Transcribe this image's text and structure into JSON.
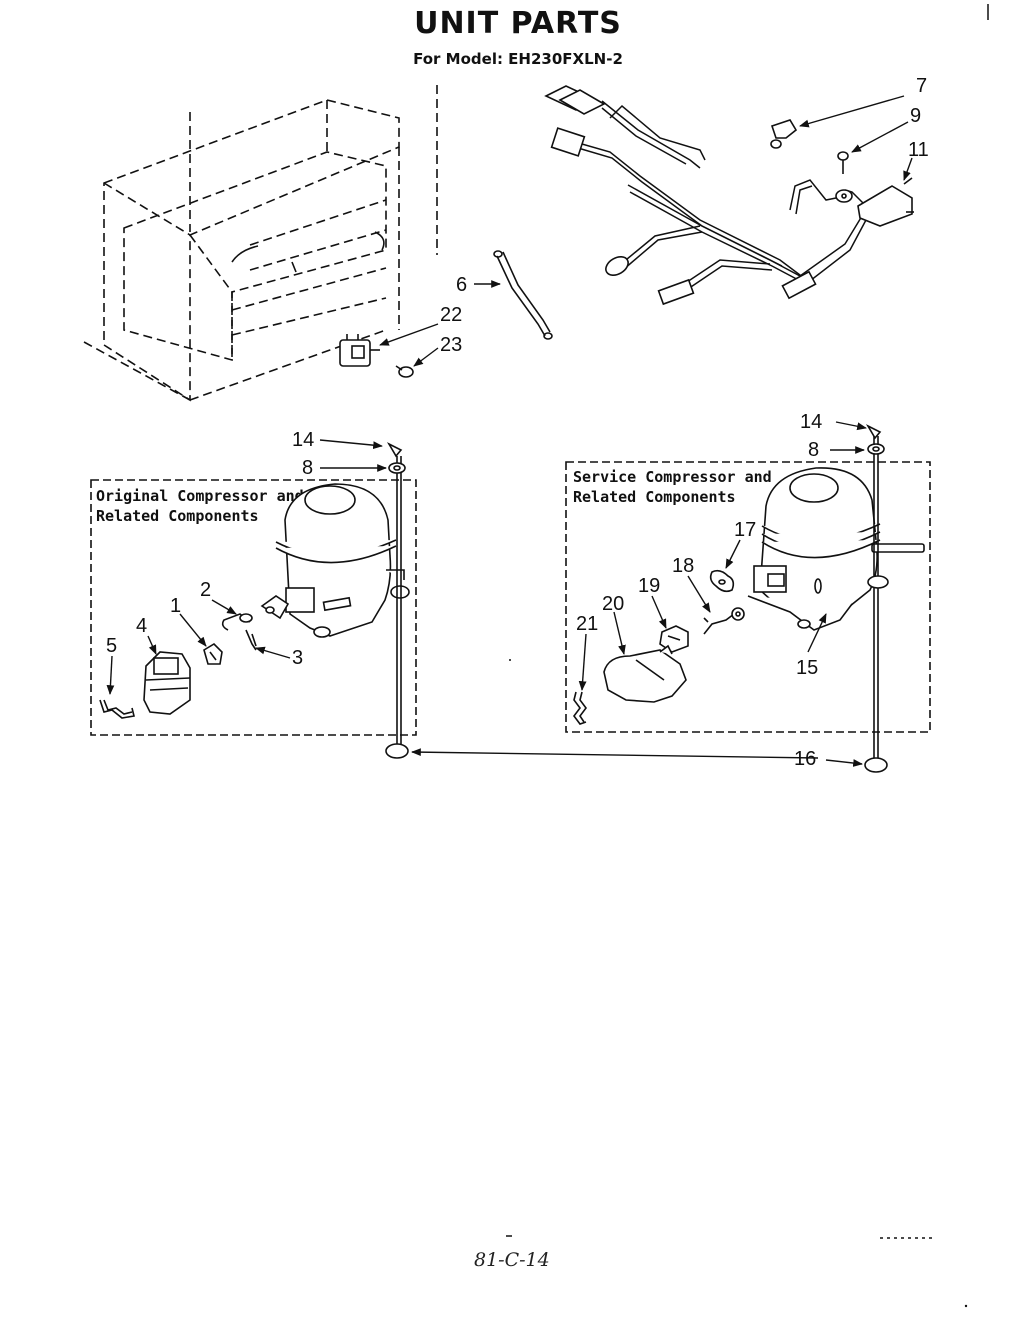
{
  "header": {
    "title": "UNIT PARTS",
    "subtitle": "For Model: EH230FXLN-2"
  },
  "boxes": {
    "original": {
      "line1": "Original Compressor and",
      "line2": "Related Components"
    },
    "service": {
      "line1": "Service Compressor and",
      "line2": "Related Components"
    }
  },
  "callouts": {
    "c1": "1",
    "c2": "2",
    "c3": "3",
    "c4": "4",
    "c5": "5",
    "c6": "6",
    "c7": "7",
    "c8a": "8",
    "c8b": "8",
    "c9": "9",
    "c11": "11",
    "c14a": "14",
    "c14b": "14",
    "c15": "15",
    "c16": "16",
    "c17": "17",
    "c18": "18",
    "c19": "19",
    "c20": "20",
    "c21": "21",
    "c22": "22",
    "c23": "23"
  },
  "footer": {
    "handwritten": "81-C-14"
  }
}
